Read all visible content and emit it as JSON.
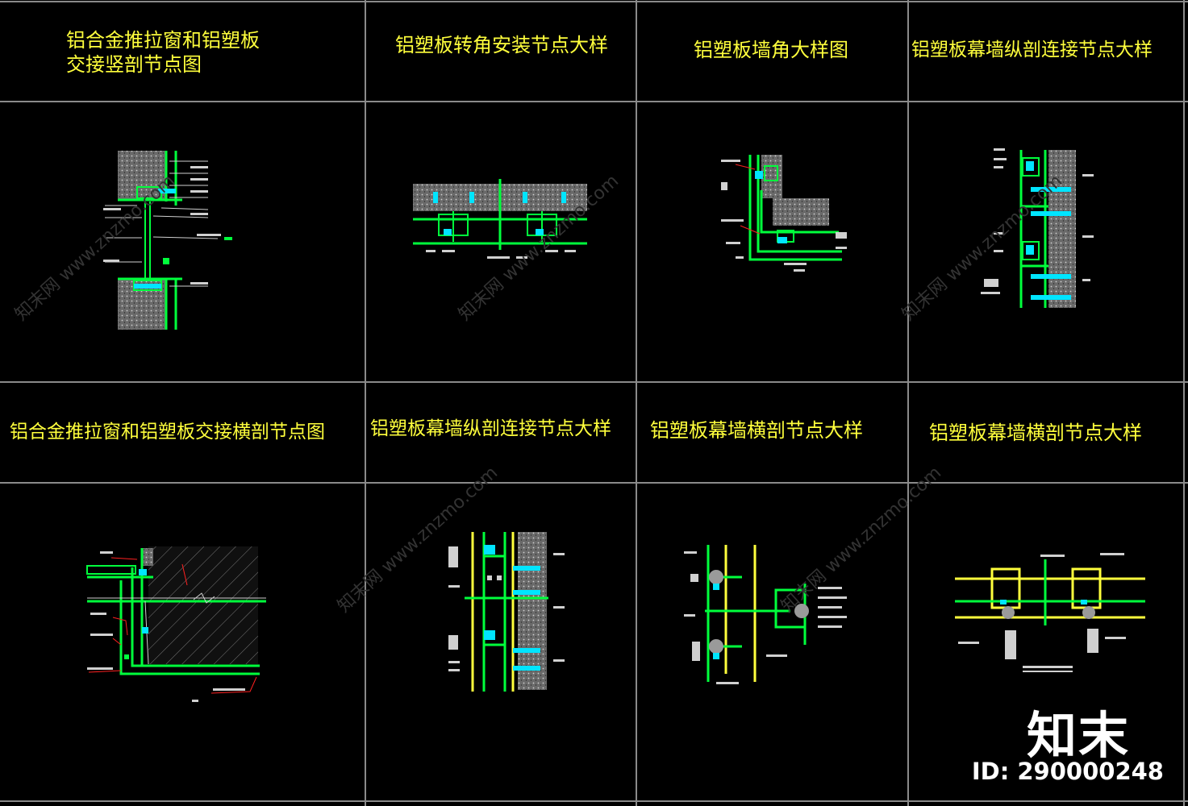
{
  "titles": {
    "r1c1_line1": "铝合金推拉窗和铝塑板",
    "r1c1_line2": "交接竖剖节点图",
    "r1c2": "铝塑板转角安装节点大样",
    "r1c3": "铝塑板墙角大样图",
    "r1c4": "铝塑板幕墙纵剖连接节点大样",
    "r2c1": "铝合金推拉窗和铝塑板交接横剖节点图",
    "r2c2": "铝塑板幕墙纵剖连接节点大样",
    "r2c3": "铝塑板幕墙横剖节点大样",
    "r2c4": "铝塑板幕墙横剖节点大样"
  },
  "watermark": {
    "logo": "知末",
    "id": "ID: 290000248"
  },
  "colors": {
    "background": "#000000",
    "grid": "#8a8a8a",
    "title": "#ffff3c",
    "green": "#00ff3c",
    "cyan": "#00e5ff",
    "yellow": "#ffff3c",
    "red": "#ff2020",
    "concrete": "#9a9a9a"
  }
}
